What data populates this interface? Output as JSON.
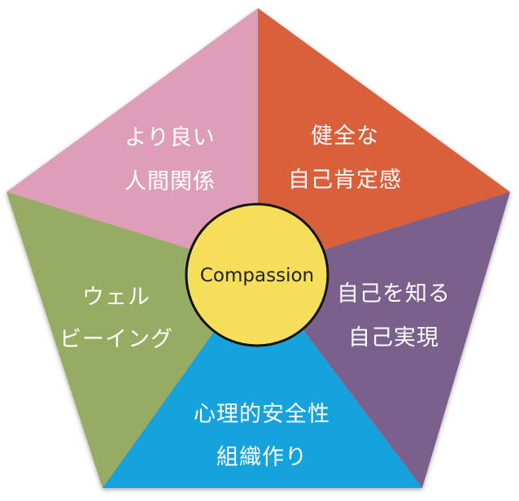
{
  "diagram": {
    "center": {
      "label": "Compassion",
      "color": "#f5de5a"
    },
    "segments": [
      {
        "id": "top-left",
        "lines": [
          "より良い",
          "人間関係"
        ],
        "color": "#de9eb8"
      },
      {
        "id": "top-right",
        "lines": [
          "健全な",
          "自己肯定感"
        ],
        "color": "#d9603a"
      },
      {
        "id": "right",
        "lines": [
          "自己を知る",
          "自己実現"
        ],
        "color": "#7b618c"
      },
      {
        "id": "bottom",
        "lines": [
          "心理的安全性",
          "組織作り"
        ],
        "color": "#14a3dd"
      },
      {
        "id": "left",
        "lines": [
          "ウェル",
          "ビーイング"
        ],
        "color": "#97ac64"
      }
    ]
  }
}
